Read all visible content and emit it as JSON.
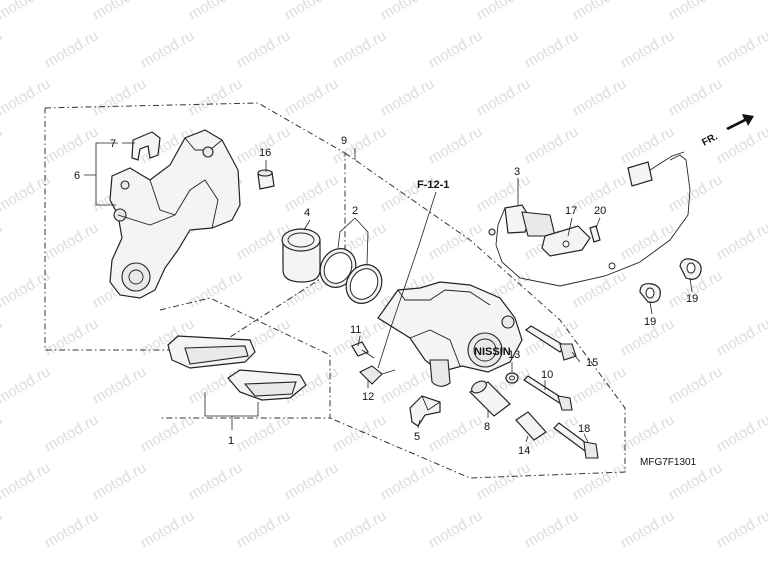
{
  "watermark": "motod.ru",
  "diagram_code": "MFG7F1301",
  "front_indicator": "FR.",
  "reference": "F-12-1",
  "callouts": {
    "c1": "1",
    "c2": "2",
    "c3": "3",
    "c4": "4",
    "c5": "5",
    "c6": "6",
    "c7": "7",
    "c8": "8",
    "c9": "9",
    "c10": "10",
    "c11": "11",
    "c12": "12",
    "c13": "13",
    "c14": "14",
    "c15": "15",
    "c16": "16",
    "c17": "17",
    "c18": "18",
    "c19a": "19",
    "c19b": "19",
    "c20": "20"
  },
  "caliper_logo": "NISSIN"
}
